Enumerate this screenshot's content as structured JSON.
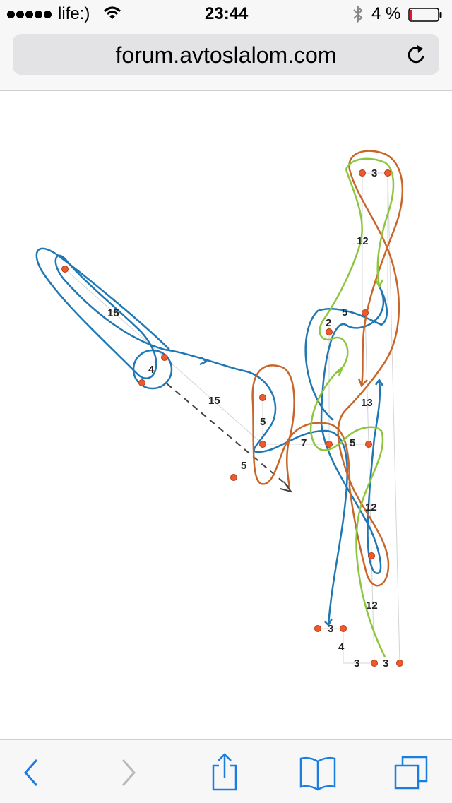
{
  "status_bar": {
    "carrier": "life:)",
    "time": "23:44",
    "battery_percent": "4 %",
    "battery_level": 0.04,
    "signal_dots": 5,
    "icons": [
      "wifi-icon",
      "bluetooth-icon",
      "battery-icon"
    ]
  },
  "address_bar": {
    "url": "forum.avtoslalom.com",
    "reload_icon": "reload-icon"
  },
  "diagram": {
    "labels": [
      "15",
      "4",
      "15",
      "5",
      "5",
      "7",
      "5",
      "2",
      "5",
      "3",
      "12",
      "13",
      "12",
      "12",
      "3",
      "4",
      "3",
      "3"
    ],
    "colors": {
      "blue": "#1f77b4",
      "orange": "#c8662a",
      "green": "#8cc63f",
      "cone": "#ef5a2d"
    }
  },
  "toolbar": {
    "buttons": [
      "back-icon",
      "forward-icon",
      "share-icon",
      "bookmarks-icon",
      "tabs-icon"
    ],
    "accent": "#1a7de0",
    "disabled": "#b9b9bd"
  }
}
